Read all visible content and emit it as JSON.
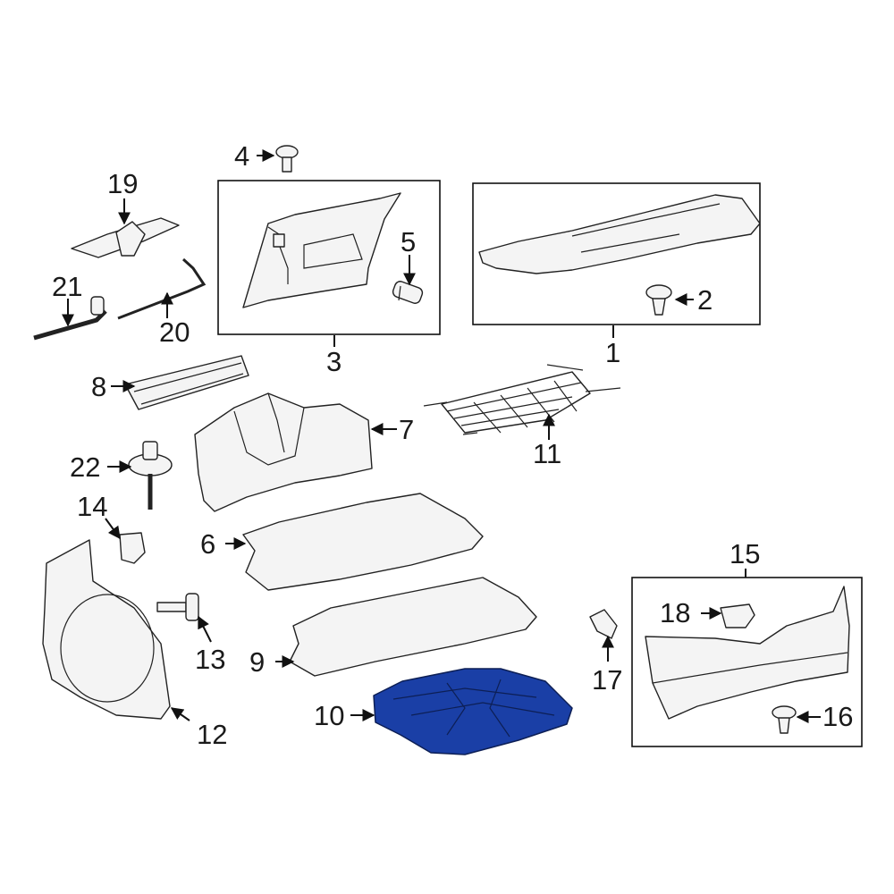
{
  "diagram": {
    "highlight_color": "#1a3fa6",
    "callouts": {
      "c1": "1",
      "c2": "2",
      "c3": "3",
      "c4": "4",
      "c5": "5",
      "c6": "6",
      "c7": "7",
      "c8": "8",
      "c9": "9",
      "c10": "10",
      "c11": "11",
      "c12": "12",
      "c13": "13",
      "c14": "14",
      "c15": "15",
      "c16": "16",
      "c17": "17",
      "c18": "18",
      "c19": "19",
      "c20": "20",
      "c21": "21",
      "c22": "22"
    },
    "highlighted_part": "10"
  }
}
